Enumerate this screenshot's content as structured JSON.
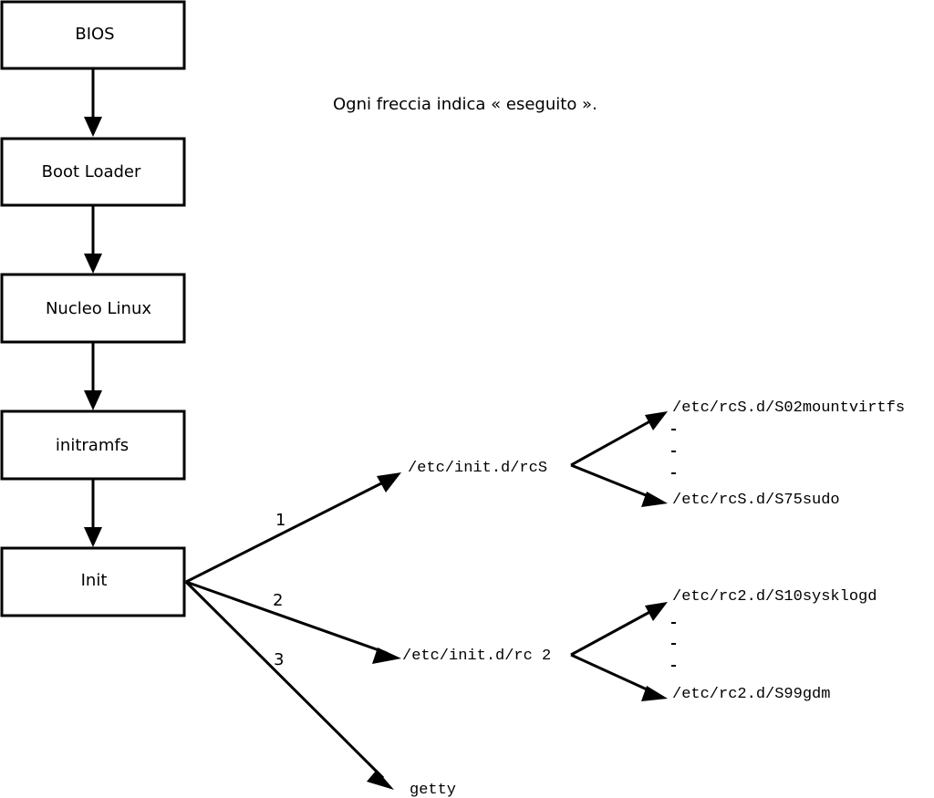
{
  "boot_chain": {
    "bios": "BIOS",
    "boot_loader": "Boot Loader",
    "kernel": "Nucleo Linux",
    "initramfs": "initramfs",
    "init": "Init"
  },
  "note": "Ogni freccia indica « eseguito ».",
  "init_branches": {
    "branch1": {
      "label": "1",
      "target": "/etc/init.d/rcS"
    },
    "branch2": {
      "label": "2",
      "target": "/etc/init.d/rc 2"
    },
    "branch3": {
      "label": "3",
      "target": "getty"
    }
  },
  "rcs_scripts": {
    "first": "/etc/rcS.d/S02mountvirtfs",
    "last": "/etc/rcS.d/S75sudo",
    "ellipsis": "-"
  },
  "rc2_scripts": {
    "first": "/etc/rc2.d/S10sysklogd",
    "last": "/etc/rc2.d/S99gdm",
    "ellipsis": "-"
  }
}
